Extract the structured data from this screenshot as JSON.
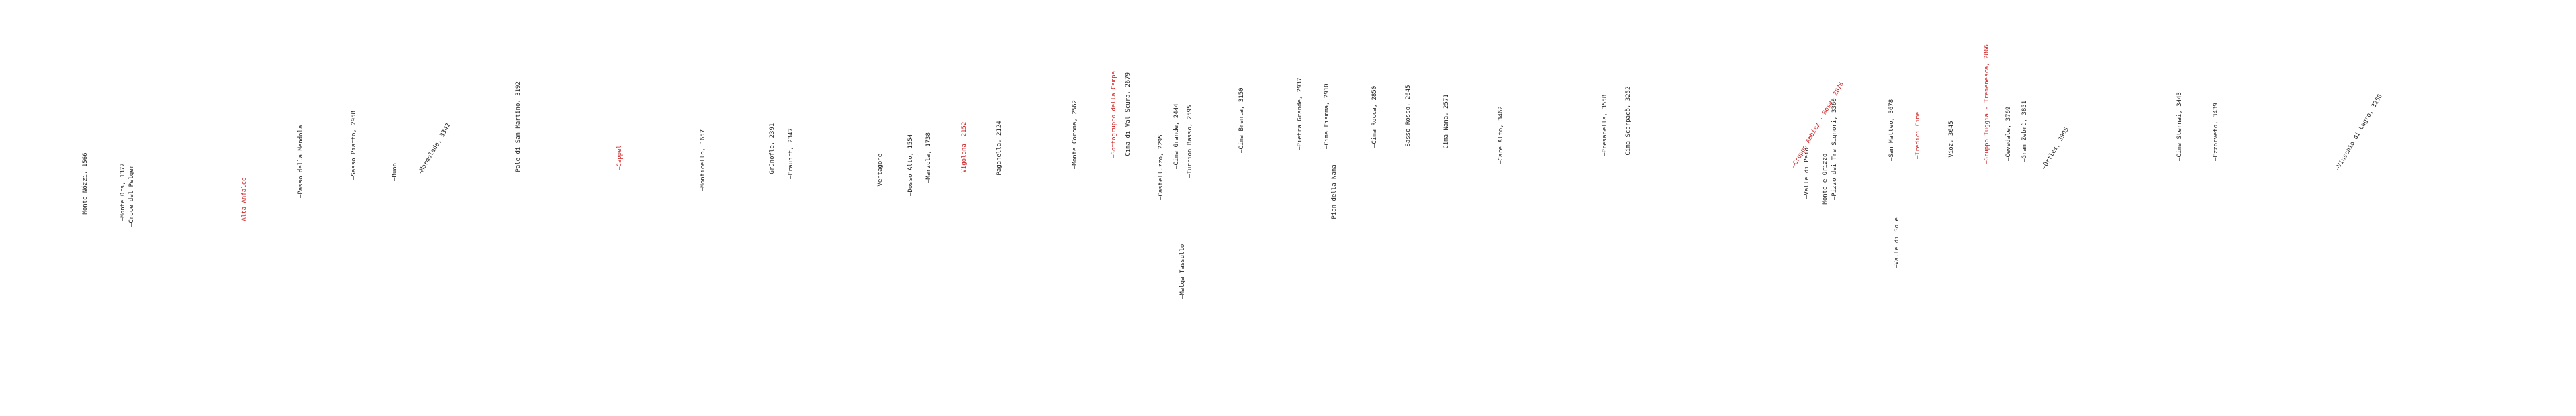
{
  "colors": {
    "normal": "#222222",
    "highlight": "#cc2222",
    "background": "#ffffff"
  },
  "labels": [
    {
      "text": "Monte Nózzi, 1566",
      "hl": false,
      "slant": false
    },
    {
      "text": "Monte Ors, 1377",
      "hl": false,
      "slant": false
    },
    {
      "text": "Croce del Pelger",
      "hl": false,
      "slant": false
    },
    {
      "text": "Alta Anfalce",
      "hl": true,
      "slant": false
    },
    {
      "text": "Passo della Mendola",
      "hl": false,
      "slant": false
    },
    {
      "text": "Sasso Piatto, 2958",
      "hl": false,
      "slant": false
    },
    {
      "text": "Buon",
      "hl": false,
      "slant": false
    },
    {
      "text": "Marmolada, 3342",
      "hl": false,
      "slant": true
    },
    {
      "text": "Pale di San Martino, 3192",
      "hl": false,
      "slant": false
    },
    {
      "text": "Cappel",
      "hl": true,
      "slant": false
    },
    {
      "text": "Monticello, 1657",
      "hl": false,
      "slant": false
    },
    {
      "text": "Grünofle, 2391",
      "hl": false,
      "slant": false
    },
    {
      "text": "Frauhrt, 2347",
      "hl": false,
      "slant": false
    },
    {
      "text": "Ventagone",
      "hl": false,
      "slant": false
    },
    {
      "text": "Dosso Alto, 1554",
      "hl": false,
      "slant": false
    },
    {
      "text": "Marzola, 1738",
      "hl": false,
      "slant": false
    },
    {
      "text": "Vigolana, 2152",
      "hl": true,
      "slant": false
    },
    {
      "text": "Paganella, 2124",
      "hl": false,
      "slant": false
    },
    {
      "text": "Monte Corona, 2562",
      "hl": false,
      "slant": false
    },
    {
      "text": "Sottogruppo della Campa",
      "hl": true,
      "slant": false
    },
    {
      "text": "Cima di Val Scura, 2679",
      "hl": false,
      "slant": false
    },
    {
      "text": "Castelluzzo, 2295",
      "hl": false,
      "slant": false
    },
    {
      "text": "Malga Tassullo",
      "hl": false,
      "slant": false
    },
    {
      "text": "Cima Grande, 2444",
      "hl": false,
      "slant": false
    },
    {
      "text": "Turrion Basso, 2595",
      "hl": false,
      "slant": false
    },
    {
      "text": "Cima Brenta, 3150",
      "hl": false,
      "slant": false
    },
    {
      "text": "Pietra Grande, 2937",
      "hl": false,
      "slant": false
    },
    {
      "text": "Cima Fiamma, 2910",
      "hl": false,
      "slant": false
    },
    {
      "text": "Pian della Nana",
      "hl": false,
      "slant": false
    },
    {
      "text": "Cima Rocca, 2850",
      "hl": false,
      "slant": false
    },
    {
      "text": "Sasso Rosso, 2645",
      "hl": false,
      "slant": false
    },
    {
      "text": "Cima Nana, 2571",
      "hl": false,
      "slant": false
    },
    {
      "text": "Care Alto, 3462",
      "hl": false,
      "slant": false
    },
    {
      "text": "Presanella, 3558",
      "hl": false,
      "slant": false
    },
    {
      "text": "Cima Scarpacò, 3252",
      "hl": false,
      "slant": false
    },
    {
      "text": "Gruppo Ambiez - Rosa, 2876",
      "hl": true,
      "slant": true
    },
    {
      "text": "Valle di Peio",
      "hl": false,
      "slant": false
    },
    {
      "text": "Monte e Orizzo",
      "hl": false,
      "slant": false
    },
    {
      "text": "Pizzo dei Tre Signori, 3360",
      "hl": false,
      "slant": false
    },
    {
      "text": "Valle di Sole",
      "hl": false,
      "slant": false
    },
    {
      "text": "San Matteo, 3678",
      "hl": false,
      "slant": false
    },
    {
      "text": "Tredici Cime",
      "hl": true,
      "slant": false
    },
    {
      "text": "Vioz, 3645",
      "hl": false,
      "slant": false
    },
    {
      "text": "Gruppo Tuggia - Tremenesca, 2866",
      "hl": true,
      "slant": false
    },
    {
      "text": "Cevedale, 3769",
      "hl": false,
      "slant": false
    },
    {
      "text": "Gran Zebrù, 3851",
      "hl": false,
      "slant": false
    },
    {
      "text": "Ortles, 3905",
      "hl": false,
      "slant": true
    },
    {
      "text": "Cime Sternai, 3443",
      "hl": false,
      "slant": false
    },
    {
      "text": "Ezzorveto, 3439",
      "hl": false,
      "slant": false
    },
    {
      "text": "Vinschio di Lagro, 3256",
      "hl": false,
      "slant": true
    }
  ]
}
